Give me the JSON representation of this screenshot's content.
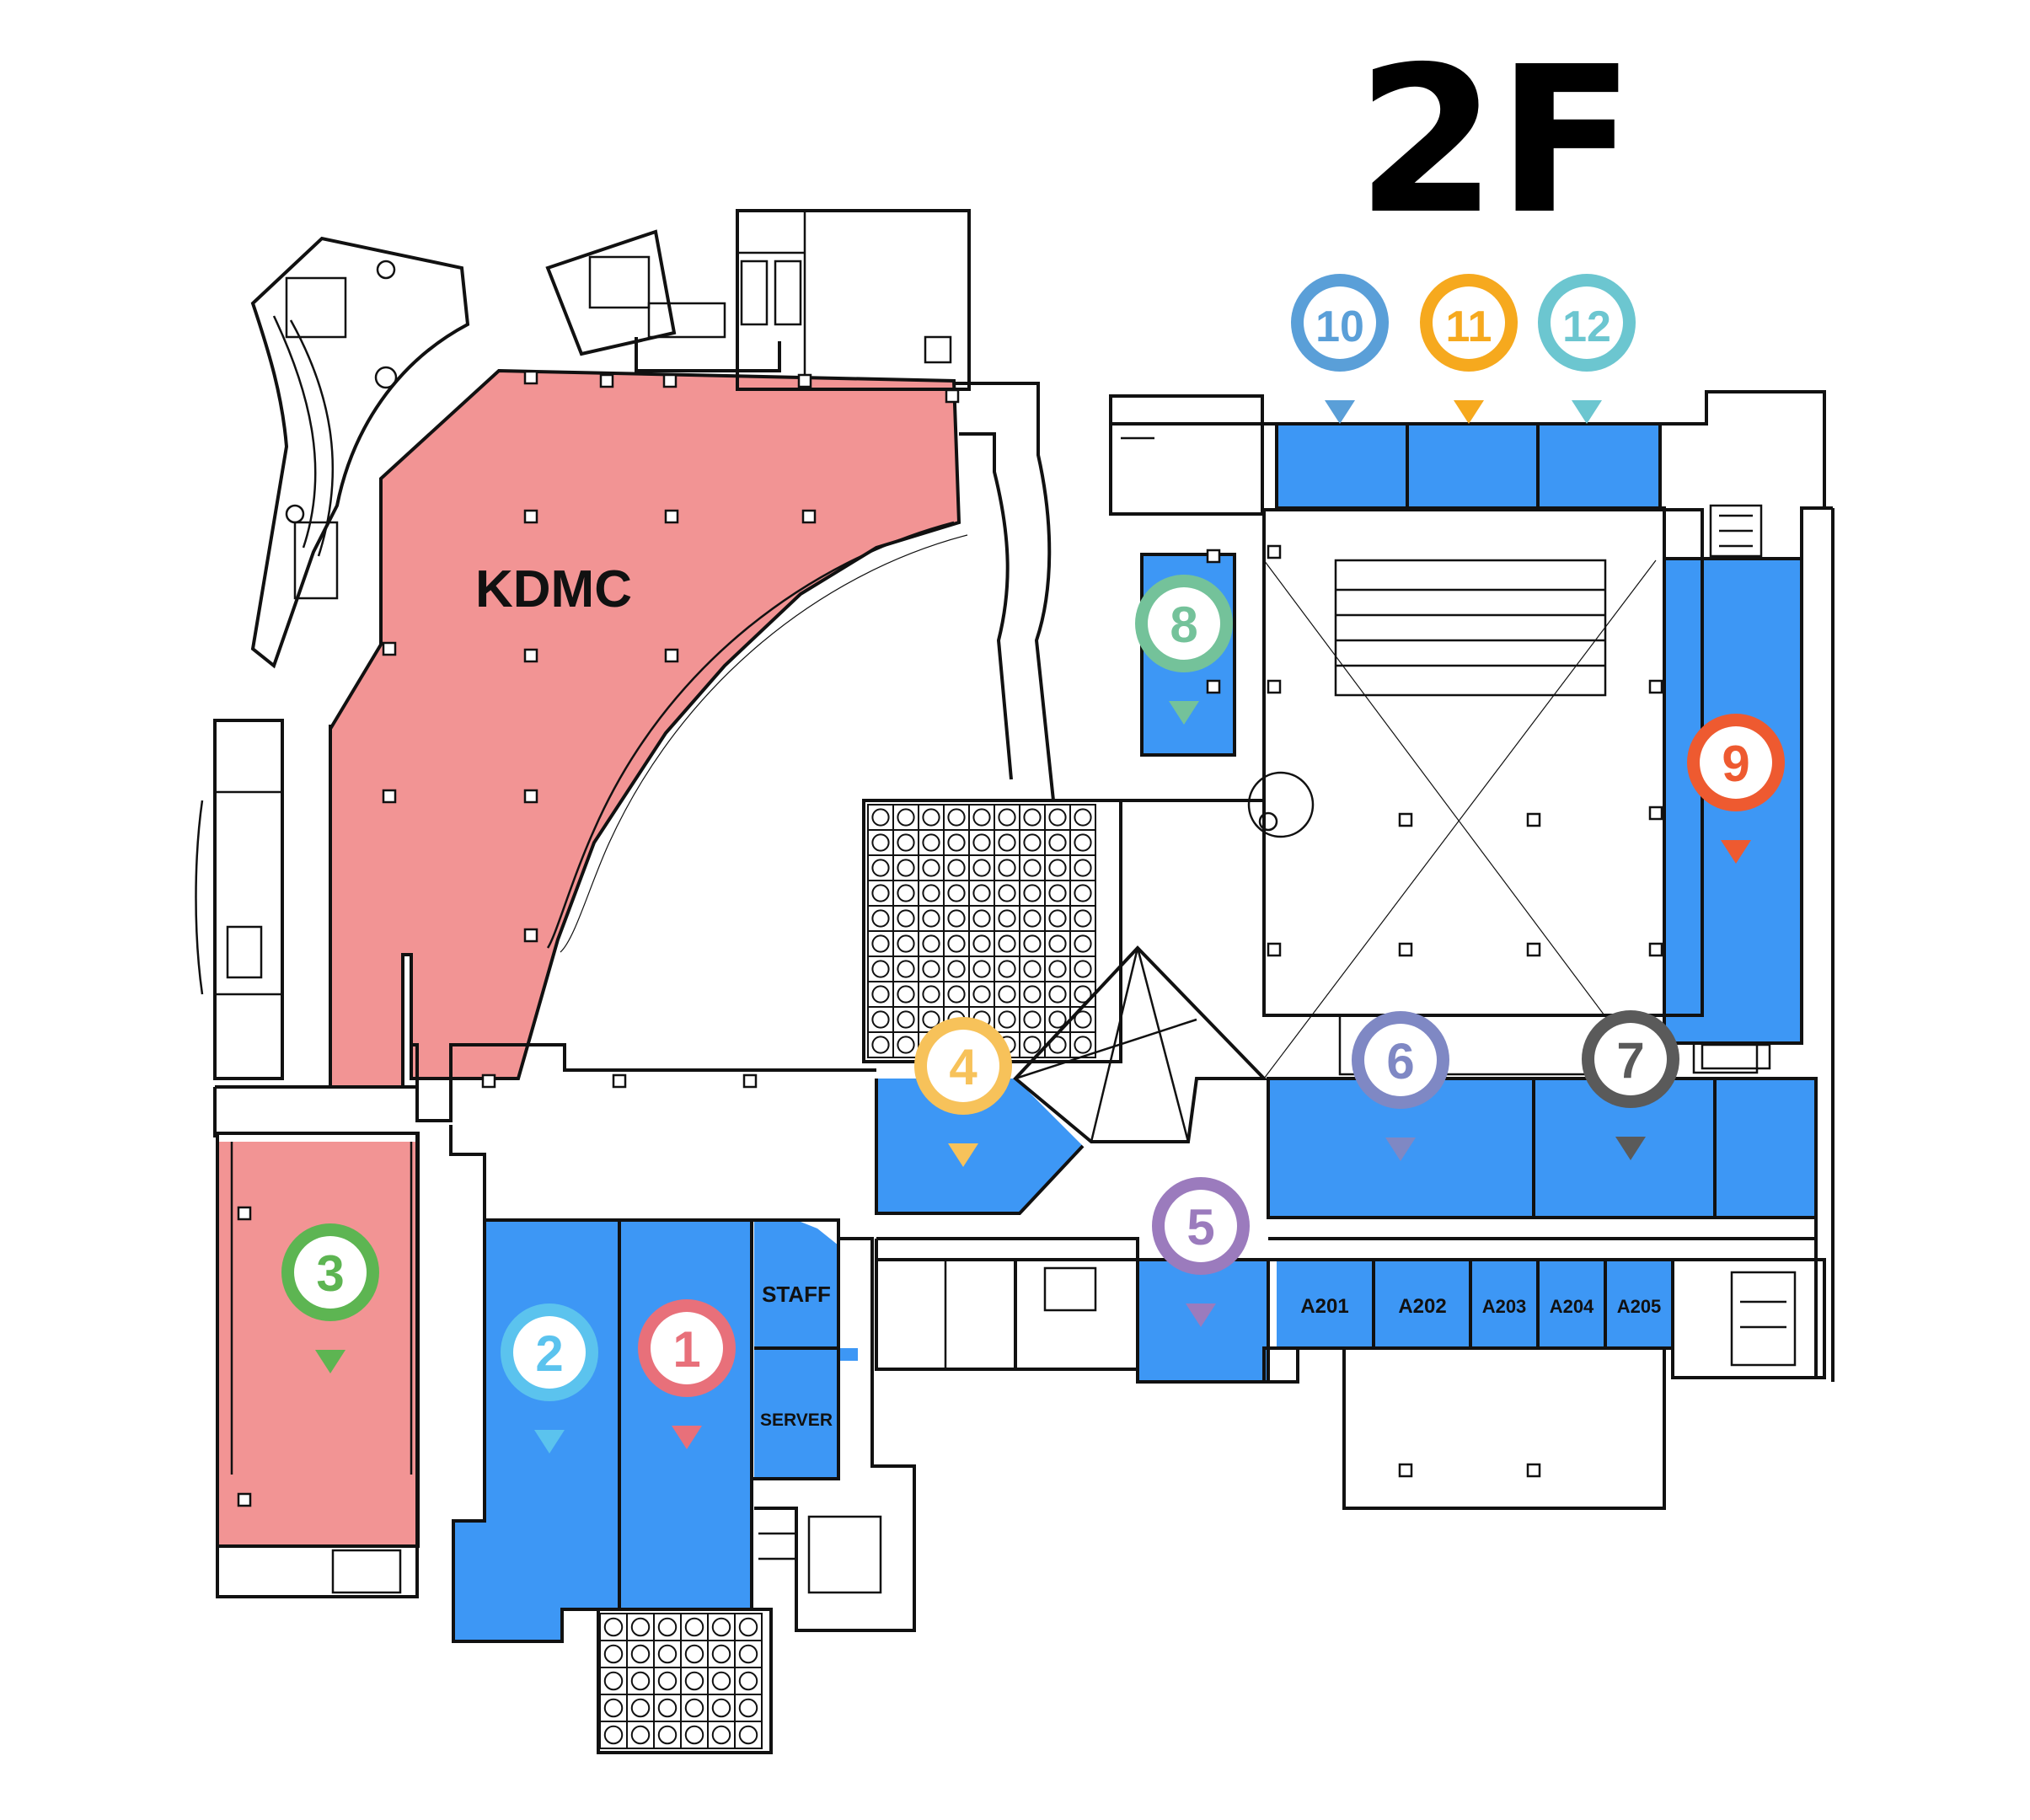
{
  "floor": {
    "title": "2F"
  },
  "colors": {
    "blue_room": "#3d97f5",
    "red_room": "#f29494",
    "wall": "#111111",
    "background": "#ffffff"
  },
  "rooms": {
    "kdmc": "KDMC",
    "staff": "STAFF",
    "server": "SERVER",
    "a201": "A201",
    "a202": "A202",
    "a203": "A203",
    "a204": "A204",
    "a205": "A205"
  },
  "markers": [
    {
      "number": "1",
      "color": "#e8707a"
    },
    {
      "number": "2",
      "color": "#5bc3ee"
    },
    {
      "number": "3",
      "color": "#5db552"
    },
    {
      "number": "4",
      "color": "#f7c25a"
    },
    {
      "number": "5",
      "color": "#9b7bbd"
    },
    {
      "number": "6",
      "color": "#7f88c4"
    },
    {
      "number": "7",
      "color": "#5a5a5a"
    },
    {
      "number": "8",
      "color": "#74c29a"
    },
    {
      "number": "9",
      "color": "#ee5a30"
    },
    {
      "number": "10",
      "color": "#5a9fd8"
    },
    {
      "number": "11",
      "color": "#f6a91e"
    },
    {
      "number": "12",
      "color": "#6cc6d0"
    }
  ]
}
